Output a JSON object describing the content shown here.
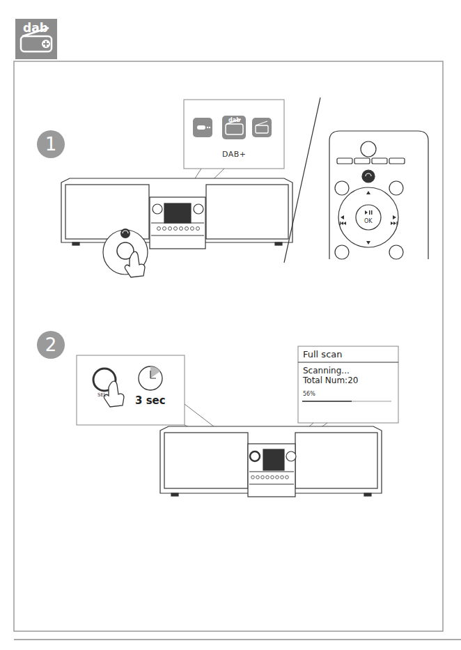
{
  "diagram": {
    "nodes": [
      {
        "text": [
          "1"
        ]
      },
      {
        "text": [
          "DAB+"
        ]
      },
      {
        "text": [
          "2"
        ]
      },
      {
        "text": [
          "3 sec"
        ]
      },
      {
        "text": [
          "Full scan",
          "Scanning...",
          "Total Num:20",
          "56%"
        ]
      }
    ],
    "labels": [
      "dab",
      "dab",
      "OK",
      "SEL"
    ]
  }
}
